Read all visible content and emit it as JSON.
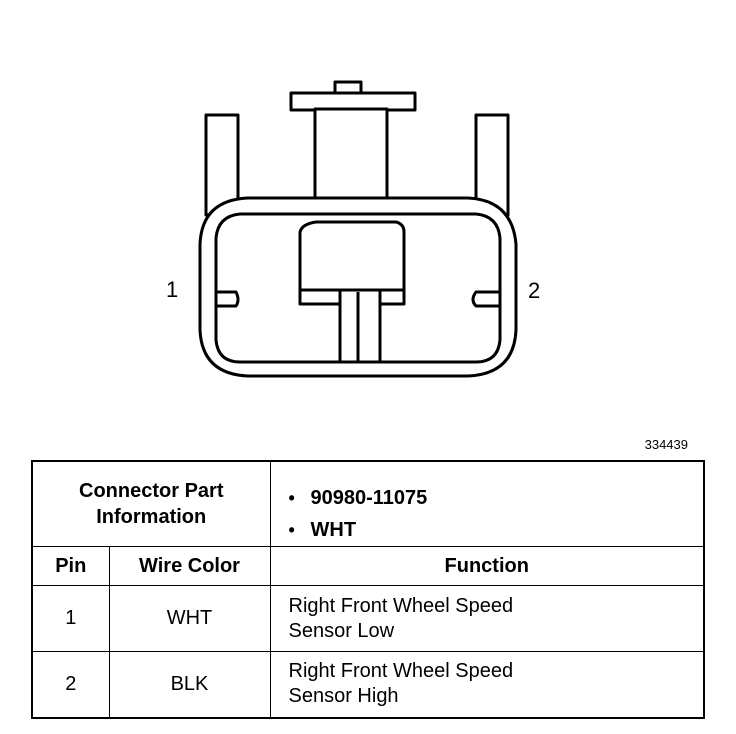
{
  "connector": {
    "pin_labels": [
      "1",
      "2"
    ],
    "figure_id": "334439"
  },
  "table": {
    "part_info_label_line1": "Connector Part",
    "part_info_label_line2": "Information",
    "part_info_values": [
      "90980-11075",
      "WHT"
    ],
    "headers": {
      "pin": "Pin",
      "wire_color": "Wire Color",
      "function": "Function"
    },
    "rows": [
      {
        "pin": "1",
        "wire_color": "WHT",
        "function_line1": "Right Front Wheel Speed",
        "function_line2": "Sensor Low"
      },
      {
        "pin": "2",
        "wire_color": "BLK",
        "function_line1": "Right Front Wheel Speed",
        "function_line2": "Sensor High"
      }
    ]
  }
}
